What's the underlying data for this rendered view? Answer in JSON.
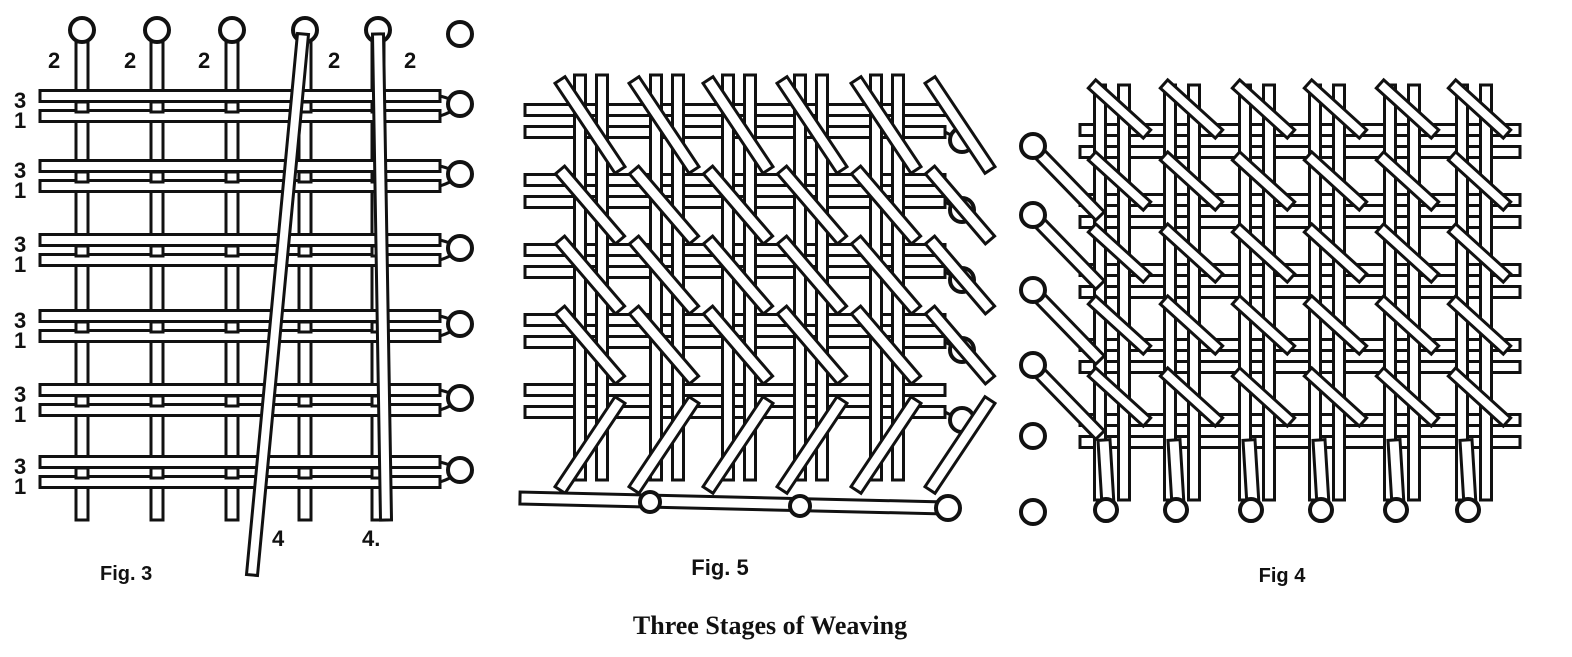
{
  "figures": [
    {
      "caption": "Fig. 3",
      "strand_labels_top": [
        "2",
        "2",
        "2",
        "2",
        "2"
      ],
      "strand_labels_left": [
        "3",
        "1",
        "3",
        "1",
        "3",
        "1",
        "3",
        "1",
        "3",
        "1",
        "3",
        "1"
      ],
      "strand_labels_bottom": [
        "4",
        "4."
      ]
    },
    {
      "caption": "Fig. 5"
    },
    {
      "caption": "Fig 4"
    }
  ],
  "caption": "Three Stages of Weaving"
}
